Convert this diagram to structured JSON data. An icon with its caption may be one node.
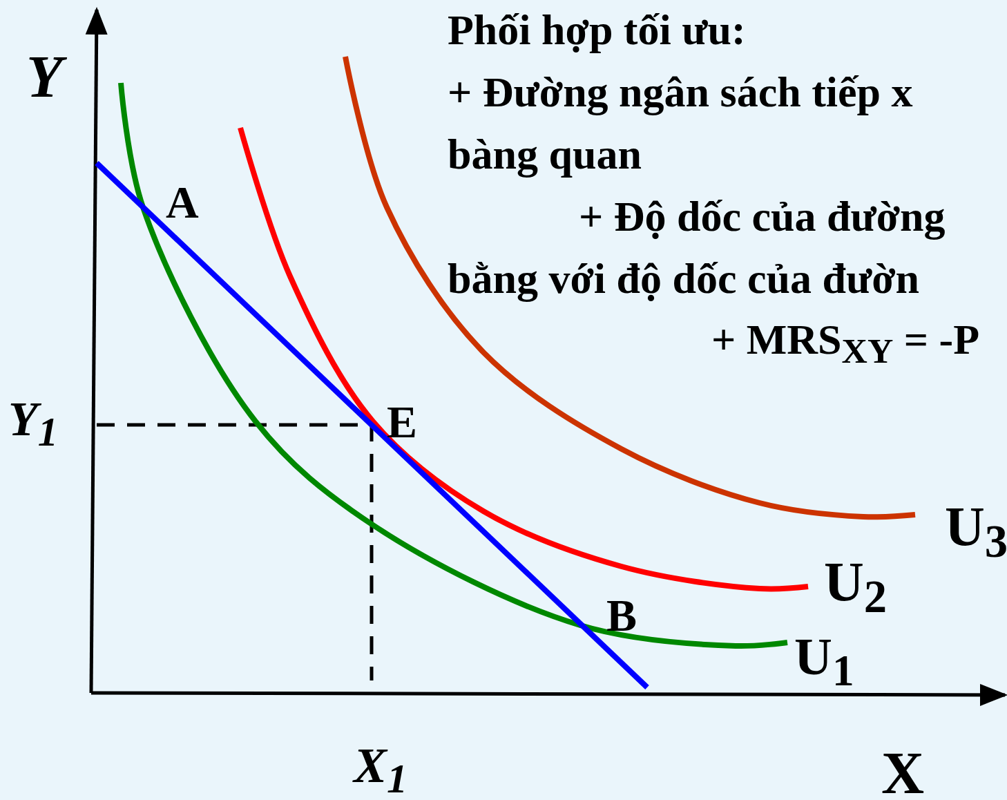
{
  "diagram": {
    "labels": [
      "Phối hợp tối ưu:",
      "+ Đường ngân sách tiếp x",
      "bàng quan",
      "+ Độ dốc của đường",
      "bằng với độ dốc của đườn",
      "+ MRS$_{XY}$ = -P",
      "Y",
      "A",
      "Y$_{1}$",
      "E",
      "U$_{3}$",
      "U$_{2}$",
      "B",
      "U$_{1}$",
      "X$_{1}$",
      "X"
    ]
  }
}
